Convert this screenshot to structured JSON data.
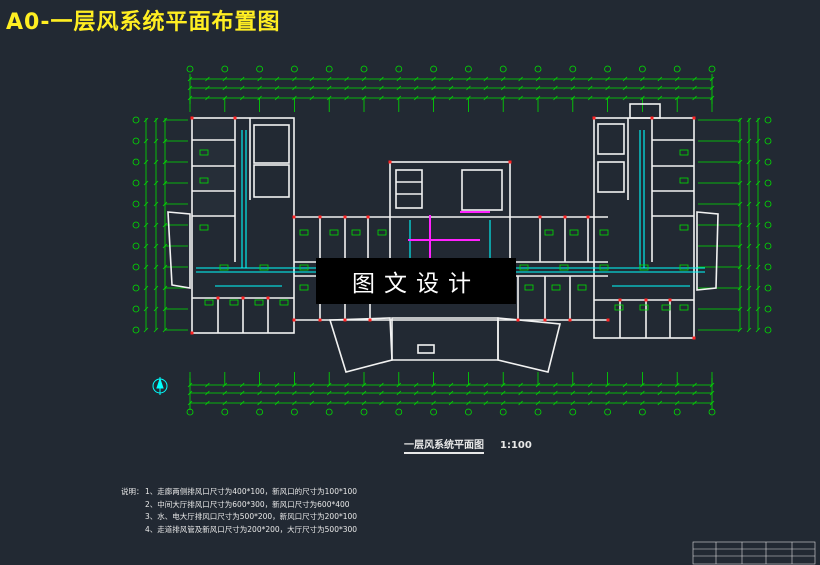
{
  "title": "A0-一层风系统平面布置图",
  "drawing_title": "一层风系统平面图",
  "scale": "1:100",
  "watermark": "图文设计",
  "notes": {
    "label": "说明：",
    "items": [
      "1、走廊两侧排风口尺寸为400*100，新风口的尺寸为100*100",
      "2、中间大厅排风口尺寸为600*300，新风口尺寸为600*400",
      "3、水、电大厅排风口尺寸为500*200，新风口尺寸为200*100",
      "4、走道排风管及新风口尺寸为200*200，大厅尺寸为500*300"
    ]
  },
  "colors": {
    "background": "#222933",
    "title": "#ffee22",
    "walls": "#ffffff",
    "dimensions": "#00e000",
    "ducts": "#00ffff",
    "accent": "#ff22ff"
  },
  "icons": {
    "north_arrow": "north-arrow-icon"
  }
}
